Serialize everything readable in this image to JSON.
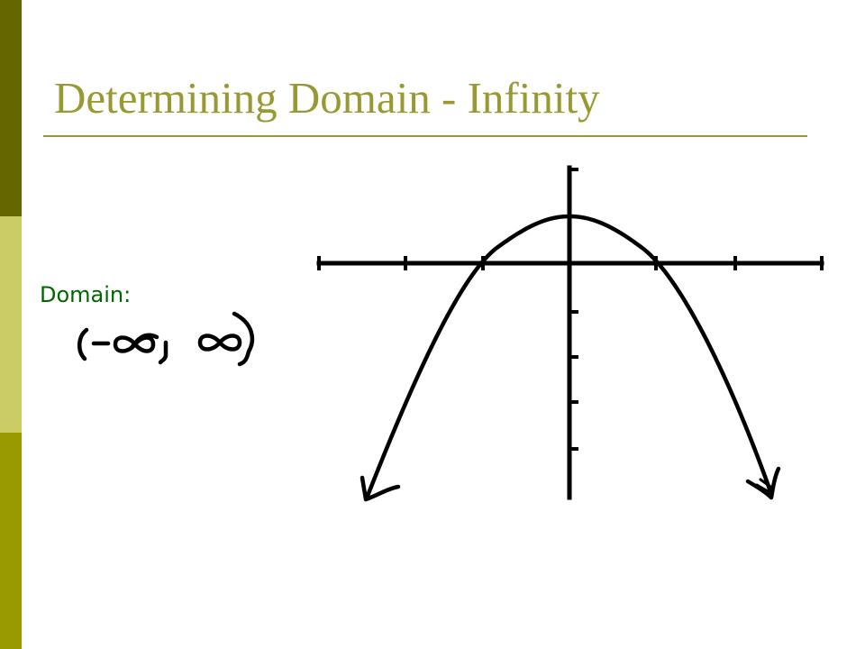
{
  "slide": {
    "title": "Determining Domain - Infinity",
    "domain_label": "Domain:",
    "handwritten_answer": "(-∞, ∞)"
  },
  "colors": {
    "bar_top": "#666600",
    "bar_middle": "#cccc66",
    "bar_bottom": "#999900",
    "title": "#999933",
    "label": "#006600",
    "ink": "#000000"
  },
  "graph": {
    "type": "downward parabola with arrows on both ends",
    "axes": "x and y axes with tick marks"
  }
}
